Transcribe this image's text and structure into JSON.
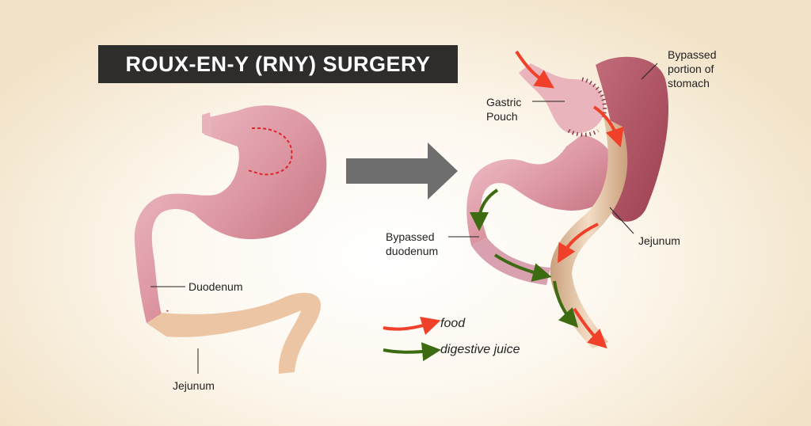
{
  "title": "ROUX-EN-Y (RNY) SURGERY",
  "before_labels": {
    "duodenum": "Duodenum",
    "jejunum": "Jejunum"
  },
  "after_labels": {
    "gastric_pouch": [
      "Gastric",
      "Pouch"
    ],
    "bypassed_stomach": [
      "Bypassed",
      "portion of",
      "stomach"
    ],
    "jejunum": "Jejunum",
    "bypassed_duodenum": [
      "Bypassed",
      "duodenum"
    ]
  },
  "legend": {
    "food": "food",
    "digestive_juice": "digestive juice"
  },
  "colors": {
    "food": "#f0402a",
    "digestive_juice": "#3d6b12",
    "stomach": "#d98d98",
    "jejunum": "#e8c8a8",
    "title_bg": "#2e2d2c"
  }
}
